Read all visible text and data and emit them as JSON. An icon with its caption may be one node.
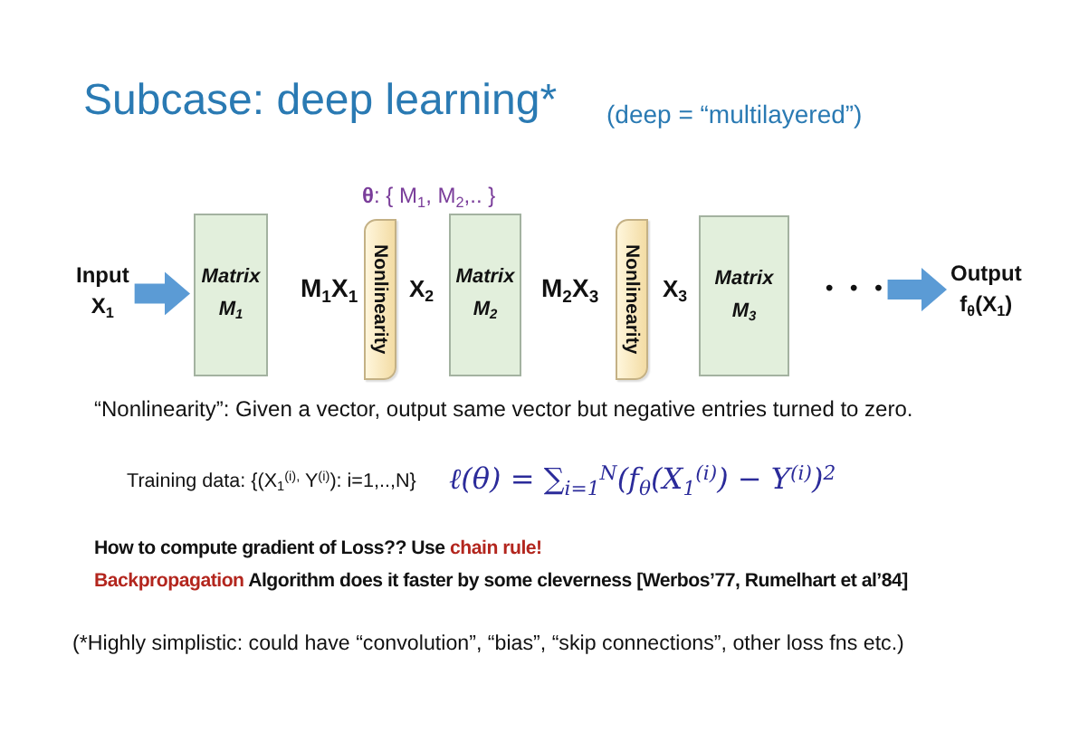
{
  "diagram": {
    "title": "Subcase: deep learning*",
    "nodes": [
      {
        "text": [
          "Input X$_{1}$"
        ]
      },
      {
        "text": [
          "Matrix M$_{1}$"
        ]
      },
      {
        "text": [
          "Nonlinearity"
        ]
      },
      {
        "text": [
          "Matrix M$_{2}$"
        ]
      },
      {
        "text": [
          "Nonlinearity"
        ]
      },
      {
        "text": [
          "Matrix M$_{3}$"
        ]
      },
      {
        "text": [
          "• • •"
        ]
      },
      {
        "text": [
          "Output f$_{θ}$(X$_{1}$)"
        ]
      }
    ],
    "edges": [
      {
        "from": 0,
        "to": 1,
        "arrow": "to"
      },
      {
        "from": 6,
        "to": 7,
        "arrow": "to"
      }
    ],
    "labels": [
      "(deep = “multilayered”)",
      "**θ**: { M$_{1}$, M$_{2}$,.. }",
      "M$_{1}$X$_{1}$",
      "X$_{2}$",
      "M$_{2}$X$_{3}$",
      "X$_{3}$",
      "“Nonlinearity”: Given a vector, output same vector but negative entries turned to zero.",
      "Training data: {(X$_{1}$$^{(i),}$ Y$^{(i)}$): i=1,..,N}",
      "ℓ(θ) = ∑$_{i=1}$$^{N}$(f$_{θ}$(X$_{1}$$^{(i)}$) − Y$^{(i)}$)$^{2}$",
      "How to compute gradient of Loss?? Use **chain rule!**",
      "**Backpropagation** Algorithm does it faster by some cleverness [Werbos’77, Rumelhart et al’84]",
      "(*Highly simplistic: could have “convolution”, “bias”, “skip connections”, other loss fns etc.)"
    ]
  }
}
